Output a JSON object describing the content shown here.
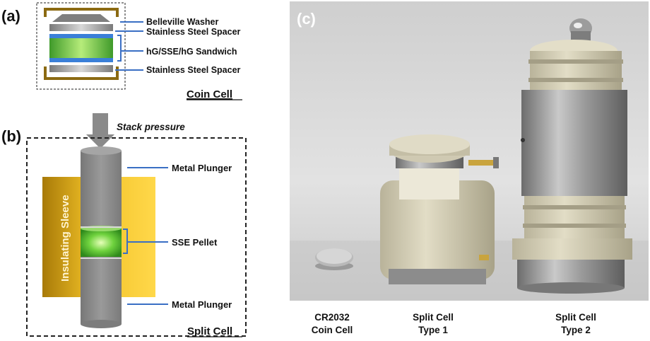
{
  "panel_a": {
    "tag": "(a)",
    "labels": {
      "washer": "Belleville Washer",
      "spacer_top": "Stainless Steel Spacer",
      "sandwich": "hG/SSE/hG Sandwich",
      "spacer_bottom": "Stainless Steel Spacer"
    },
    "title": "Coin Cell"
  },
  "panel_b": {
    "tag": "(b)",
    "arrow_label": "Stack pressure",
    "labels": {
      "plunger_top": "Metal Plunger",
      "pellet": "SSE Pellet",
      "plunger_bottom": "Metal Plunger",
      "sleeve": "Insulating Sleeve"
    },
    "title": "Split Cell"
  },
  "panel_c": {
    "tag": "(c)",
    "captions": [
      {
        "line1": "CR2032",
        "line2": "Coin Cell"
      },
      {
        "line1": "Split Cell",
        "line2": "Type 1"
      },
      {
        "line1": "Split Cell",
        "line2": "Type 2"
      }
    ]
  },
  "colors": {
    "leader_line": "#3a6fc4",
    "coin_bracket": "#8b6a12",
    "sandwich_green": "#6fcf3a",
    "sandwich_blue": "#3a7fd8",
    "sleeve_gold": "#d9a316",
    "plunger_gray": "#8a8a8a",
    "pellet_green": "#5fd23a"
  }
}
